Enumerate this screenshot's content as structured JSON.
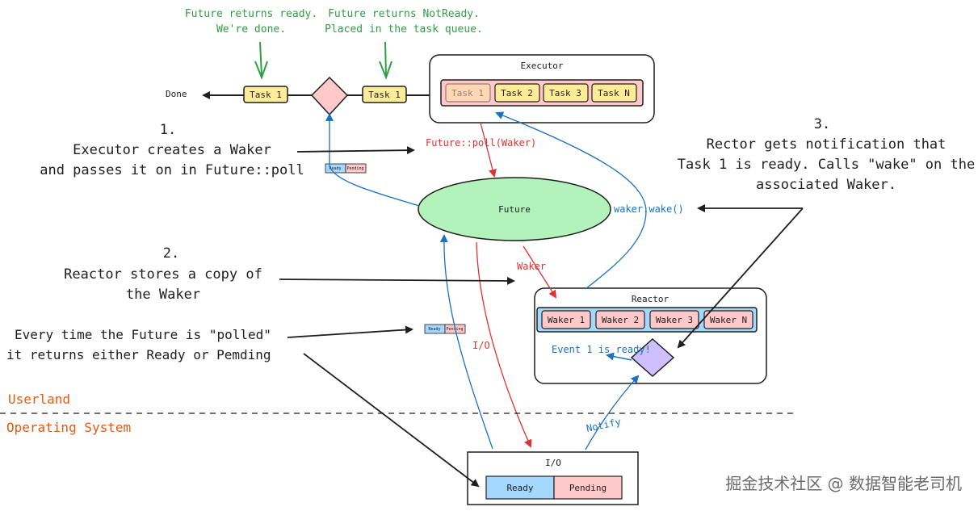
{
  "annotations": {
    "future_ready": [
      "Future returns ready.",
      "We're done."
    ],
    "future_notready": [
      "Future returns NotReady.",
      "Placed in the task queue."
    ]
  },
  "done_label": "Done",
  "task_labels": {
    "pipeline_done": "Task 1",
    "pipeline_queue": "Task 1"
  },
  "executor": {
    "title": "Executor",
    "tasks": [
      "Task 1",
      "Task 2",
      "Task 3",
      "Task N"
    ]
  },
  "future": {
    "label": "Future"
  },
  "reactor": {
    "title": "Reactor",
    "wakers": [
      "Waker 1",
      "Waker 2",
      "Waker 3",
      "Waker N"
    ],
    "event_label": "Event 1 is ready!"
  },
  "io": {
    "title": "I/O",
    "ready": "Ready",
    "pending": "Pending"
  },
  "mini_poll": {
    "ready": "Ready",
    "pending": "Pending"
  },
  "edges": {
    "poll": "Future::poll(Waker)",
    "wake": "waker.wake()",
    "waker": "Waker",
    "io": "I/O",
    "notify": "Notify"
  },
  "steps": {
    "s1_num": "1.",
    "s1": [
      "Executor creates a Waker",
      "and passes it on in Future::poll"
    ],
    "s2_num": "2.",
    "s2": [
      "Reactor stores a copy of",
      "the Waker"
    ],
    "s3_num": "3.",
    "s3": [
      "Rector gets notification that",
      "Task 1 is ready. Calls \"wake\" on the",
      "associated Waker."
    ],
    "poll_note": [
      "Every time the Future is \"polled\"",
      "it returns either Ready or Pemding"
    ]
  },
  "regions": {
    "userland": "Userland",
    "os": "Operating System"
  },
  "watermark": "掘金技术社区 @ 数据智能老司机",
  "colors": {
    "task_yellow": "#ffec99",
    "waker_pink": "#ffc9c9",
    "future_green": "#b2f2bb",
    "reactor_bar": "#a5d8ff",
    "diamond_pink": "#ffc9c9",
    "diamond_purple": "#d0bfff",
    "ready_blue": "#a5d8ff",
    "pending_pink": "#ffc9c9"
  }
}
